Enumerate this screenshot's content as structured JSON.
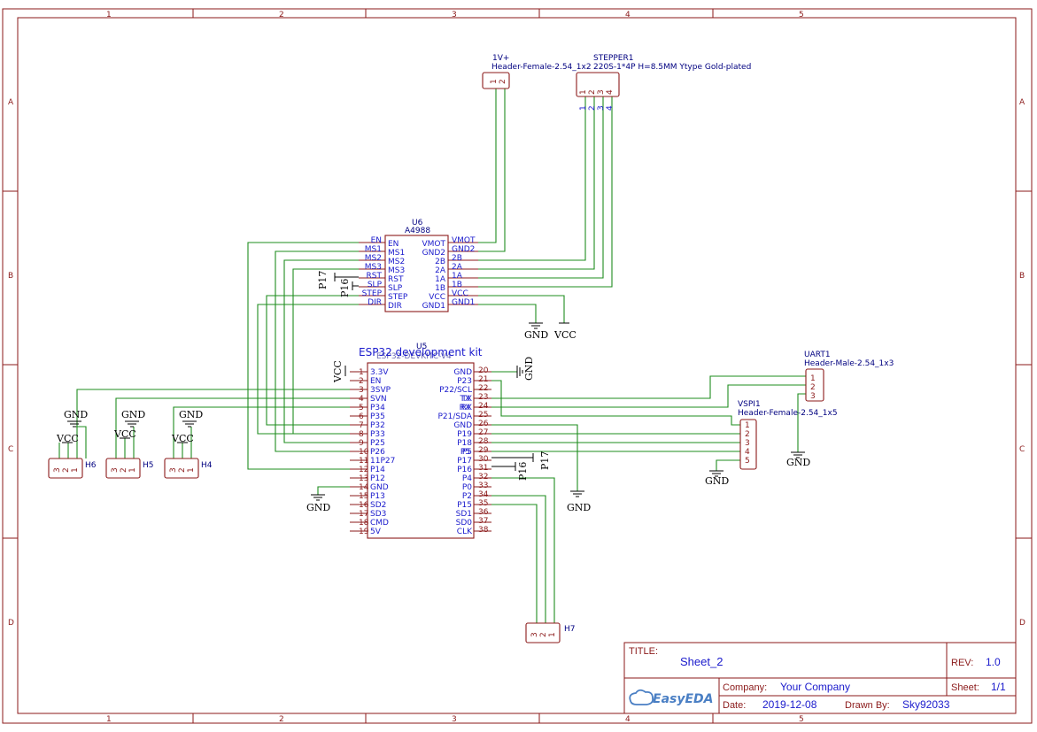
{
  "sheet": {
    "columns": [
      "1",
      "2",
      "3",
      "4",
      "5"
    ],
    "rows": [
      "A",
      "B",
      "C",
      "D"
    ]
  },
  "components": {
    "power_header": {
      "designator": "1V+",
      "value": "Header-Female-2.54_1x2",
      "pins": [
        "1",
        "2"
      ]
    },
    "stepper": {
      "designator": "STEPPER1",
      "value": "220S-1*4P H=8.5MM Ytype Gold-plated",
      "pins": [
        "1",
        "2",
        "3",
        "4"
      ]
    },
    "driver": {
      "designator": "U6",
      "value": "A4988",
      "left_pins": [
        "EN",
        "MS1",
        "MS2",
        "MS3",
        "RST",
        "SLP",
        "STEP",
        "DIR"
      ],
      "right_pins": [
        "VMOT",
        "GND2",
        "2B",
        "2A",
        "1A",
        "1B",
        "VCC",
        "GND1"
      ]
    },
    "esp32": {
      "designator": "U5",
      "value": "ESP32 development kit",
      "value_overlap": "ESP32-DEVKITC-V4",
      "left_nums": [
        "1",
        "2",
        "3",
        "4",
        "5",
        "6",
        "7",
        "8",
        "9",
        "10",
        "11",
        "12",
        "13",
        "14",
        "15",
        "16",
        "17",
        "18",
        "19"
      ],
      "left_names": [
        "3.3V",
        "EN",
        "3SVP",
        "SVN",
        "P34",
        "P35",
        "P32",
        "P33",
        "P25",
        "P26",
        "11P27",
        "P14",
        "P12",
        "GND",
        "P13",
        "SD2",
        "SD3",
        "CMD",
        "5V"
      ],
      "right_nums": [
        "20",
        "21",
        "22",
        "23",
        "24",
        "25",
        "26",
        "27",
        "28",
        "29",
        "30",
        "31",
        "32",
        "33",
        "34",
        "35",
        "36",
        "37",
        "38"
      ],
      "right_names": [
        "GND",
        "P23",
        "P22/SCL",
        "TX",
        "RX",
        "P21/SDA",
        "GND",
        "P19",
        "P18",
        "P5",
        "P17",
        "P16",
        "P4",
        "P0",
        "P2",
        "P15",
        "SD1",
        "SD0",
        "CLK"
      ]
    },
    "uart": {
      "designator": "UART1",
      "value": "Header-Male-2.54_1x3",
      "pins": [
        "1",
        "2",
        "3"
      ]
    },
    "vspi": {
      "designator": "VSPI1",
      "value": "Header-Female-2.54_1x5",
      "pins": [
        "1",
        "2",
        "3",
        "4",
        "5"
      ]
    },
    "h6": {
      "designator": "H6",
      "pins": [
        "3",
        "2",
        "1"
      ]
    },
    "h5": {
      "designator": "H5",
      "pins": [
        "3",
        "2",
        "1"
      ]
    },
    "h4": {
      "designator": "H4",
      "pins": [
        "3",
        "2",
        "1"
      ]
    },
    "h7": {
      "designator": "H7",
      "pins": [
        "3",
        "2",
        "1"
      ]
    }
  },
  "net_labels": {
    "driver_left": [
      "EN",
      "MS1",
      "MS2",
      "MS3",
      "RST",
      "SLP",
      "STEP",
      "DIR"
    ],
    "driver_right": [
      "VMOT",
      "GND2",
      "2B",
      "2A",
      "1A",
      "1B",
      "VCC",
      "GND1"
    ],
    "esp_right": [
      "TX",
      "RX",
      "P5"
    ],
    "p16": "P16",
    "p17": "P17"
  },
  "power": {
    "gnd": "GND",
    "vcc": "VCC"
  },
  "title_block": {
    "title_label": "TITLE:",
    "title": "Sheet_2",
    "rev_label": "REV:",
    "rev": "1.0",
    "company_label": "Company:",
    "company": "Your Company",
    "sheet_label": "Sheet:",
    "sheet": "1/1",
    "date_label": "Date:",
    "date": "2019-12-08",
    "drawn_label": "Drawn By:",
    "drawn_by": "Sky92033",
    "logo": "EasyEDA"
  }
}
